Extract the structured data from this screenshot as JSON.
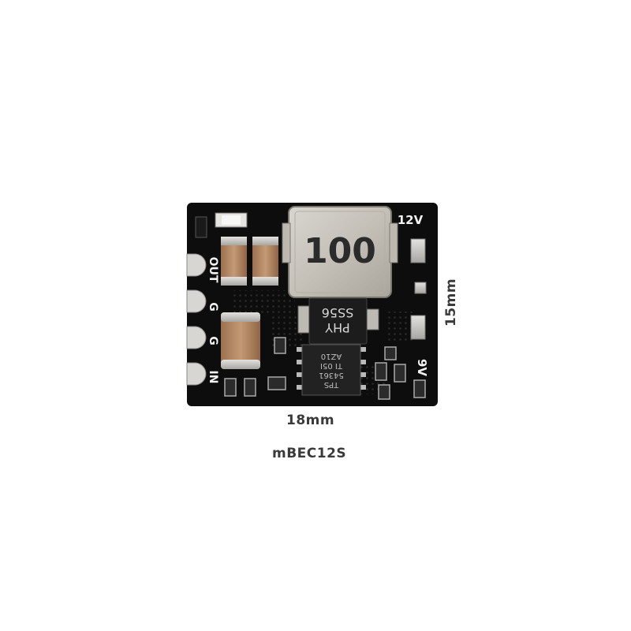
{
  "board": {
    "inductor_marking": "100",
    "diode_marking_line1": "PHY",
    "diode_marking_line2": "SS56",
    "ic_marking_line1": "TPS",
    "ic_marking_line2": "54361",
    "ic_marking_line3": "TI  05I",
    "ic_marking_line4": "AZ10",
    "silk_12v": "12V",
    "silk_9v": "9V",
    "silk_out": "OUT",
    "silk_g1": "G",
    "silk_g2": "G",
    "silk_in": "IN"
  },
  "dimensions": {
    "width": "18mm",
    "height": "15mm"
  },
  "product_name": "mBEC12S"
}
